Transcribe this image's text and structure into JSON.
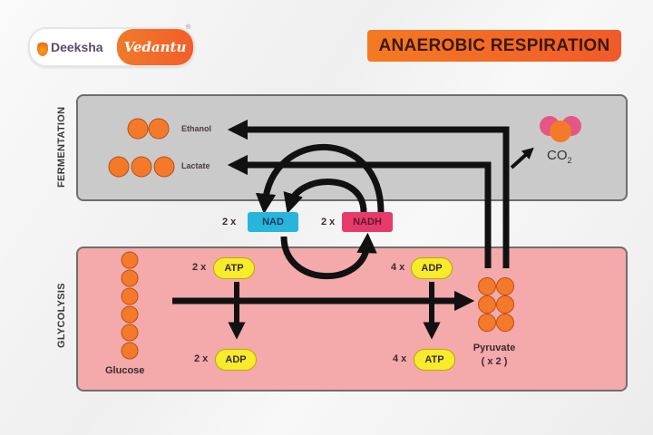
{
  "brand": {
    "left_name": "Deeksha",
    "right_name": "Vedantu",
    "registered_mark": "®"
  },
  "title": "ANAEROBIC RESPIRATION",
  "sections": {
    "fermentation": "FERMENTATION",
    "glycolysis": "GLYCOLYSIS"
  },
  "fermentation": {
    "ethanol": "Ethanol",
    "lactate": "Lactate",
    "co2_main": "CO",
    "co2_sub": "2"
  },
  "cofactors": {
    "nad_mult": "2 x",
    "nad": "NAD",
    "nadh_mult": "2 x",
    "nadh": "NADH"
  },
  "glycolysis": {
    "glucose": "Glucose",
    "pyruvate": "Pyruvate",
    "pyruvate_mult": "( x 2 )",
    "atp_in_mult": "2 x",
    "atp_in": "ATP",
    "adp_out_mult": "2 x",
    "adp_out": "ADP",
    "adp_in_mult": "4 x",
    "adp_in": "ADP",
    "atp_out_mult": "4 x",
    "atp_out": "ATP"
  },
  "colors": {
    "molecule": "#f47a2a",
    "nad": "#27b5dc",
    "nadh": "#e83a6a",
    "energy": "#f7ec2b",
    "fermentation_bg": "#cacaca",
    "glycolysis_bg": "#f4a9aa",
    "accent": "#f15a2a"
  }
}
